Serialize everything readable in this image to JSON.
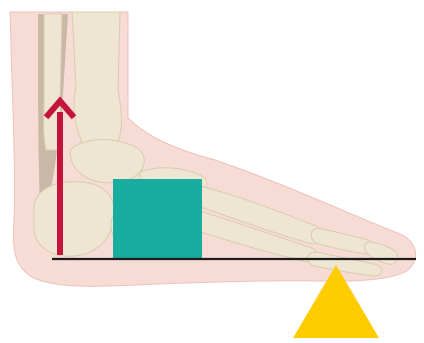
{
  "diagram": {
    "colors": {
      "background": "#ffffff",
      "skin_fill": "#f7dcd6",
      "skin_outline": "#ecc1bb",
      "bone": "#eee6d2",
      "bone_shadow": "#d9ccae",
      "tendon": "#c9b8a6",
      "force_arrow": "#c4143c",
      "load_block": "#17ad9f",
      "lever_bar": "#1c1c1c",
      "fulcrum": "#ffcc00"
    },
    "elements": {
      "force_arrow": {
        "direction": "up"
      },
      "load_block": {
        "shape": "square"
      },
      "lever_bar": {
        "shape": "horizontal-line"
      },
      "fulcrum": {
        "shape": "triangle"
      }
    }
  }
}
